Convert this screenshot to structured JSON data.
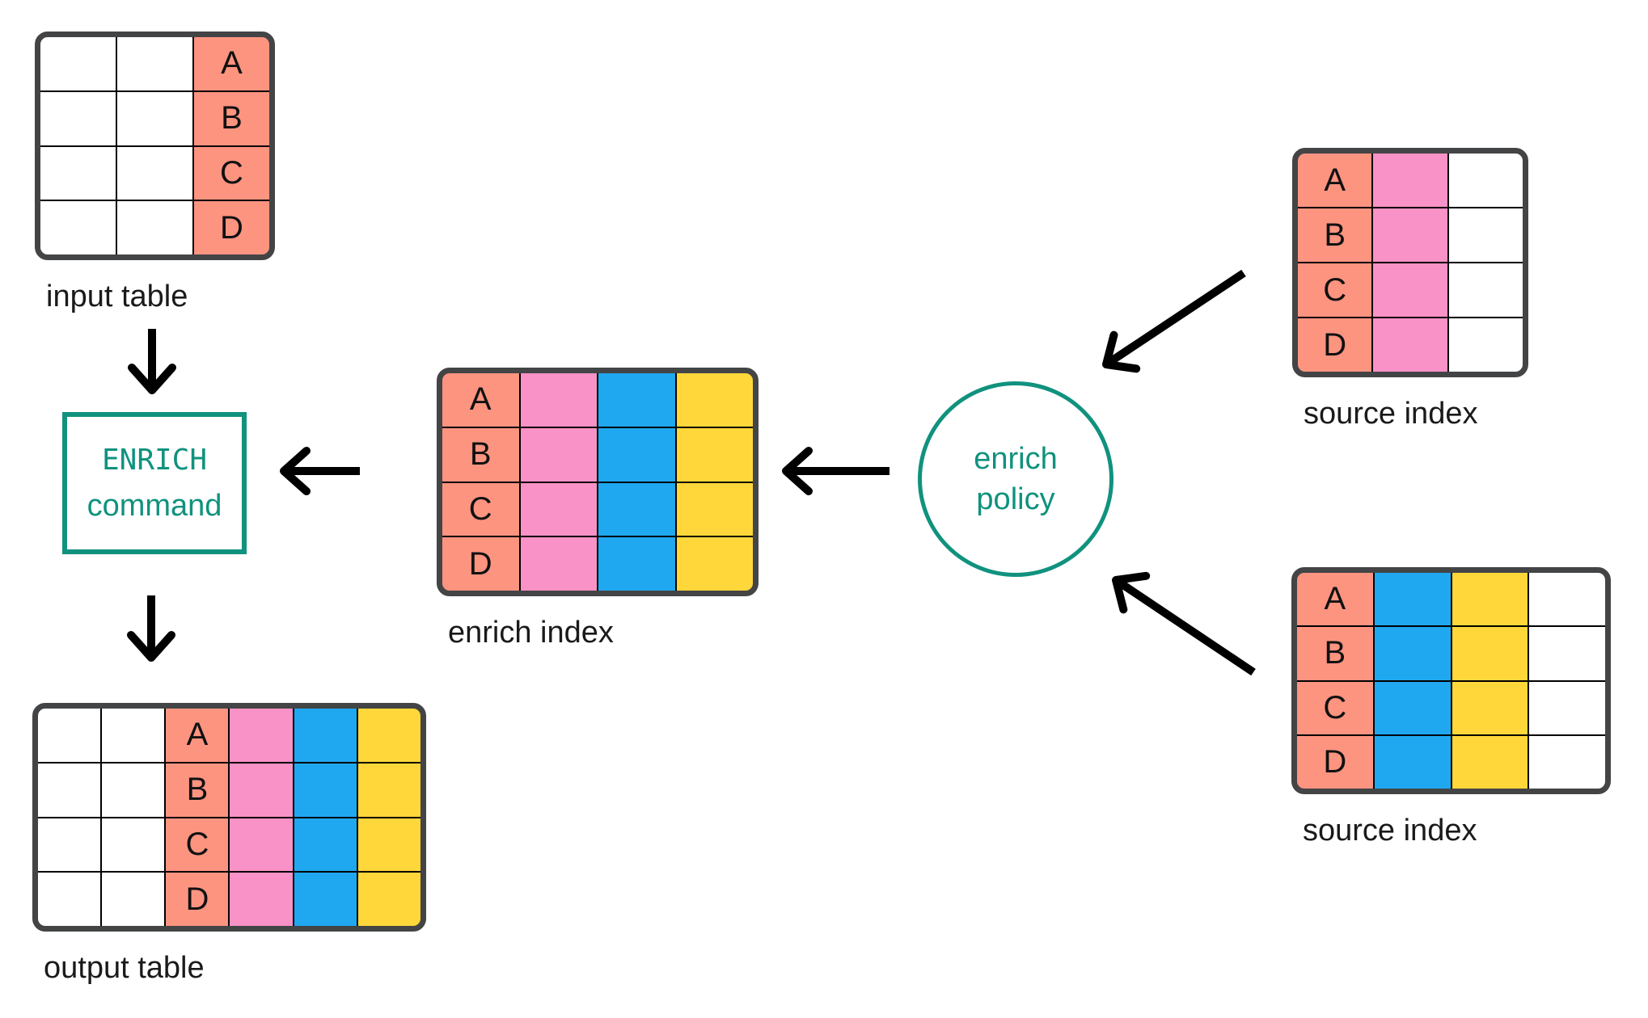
{
  "colors": {
    "salmon": "#FD9480",
    "pink": "#F992C6",
    "blue": "#1FA8F0",
    "yellow": "#FFD73A",
    "white": "#FFFFFF",
    "teal": "#10927E",
    "table_border": "#434445",
    "grid_line": "#000000",
    "arrow": "#000000",
    "label_text": "#1A1A1A"
  },
  "row_labels": [
    "A",
    "B",
    "C",
    "D"
  ],
  "tables": [
    {
      "id": "input-table",
      "label": "input table",
      "columns": [
        "white",
        "white",
        "salmon"
      ],
      "label_column": 2,
      "rows": 4
    },
    {
      "id": "enrich-index",
      "label": "enrich index",
      "columns": [
        "salmon",
        "pink",
        "blue",
        "yellow"
      ],
      "label_column": 0,
      "rows": 4
    },
    {
      "id": "source-index-top",
      "label": "source index",
      "columns": [
        "salmon",
        "pink",
        "white"
      ],
      "label_column": 0,
      "rows": 4
    },
    {
      "id": "source-index-bottom",
      "label": "source index",
      "columns": [
        "salmon",
        "blue",
        "yellow",
        "white"
      ],
      "label_column": 0,
      "rows": 4
    },
    {
      "id": "output-table",
      "label": "output table",
      "columns": [
        "white",
        "white",
        "salmon",
        "pink",
        "blue",
        "yellow"
      ],
      "label_column": 2,
      "rows": 4
    }
  ],
  "enrich_command": {
    "line1": "ENRICH",
    "line2": "command"
  },
  "enrich_policy": {
    "line1": "enrich",
    "line2": "policy"
  }
}
